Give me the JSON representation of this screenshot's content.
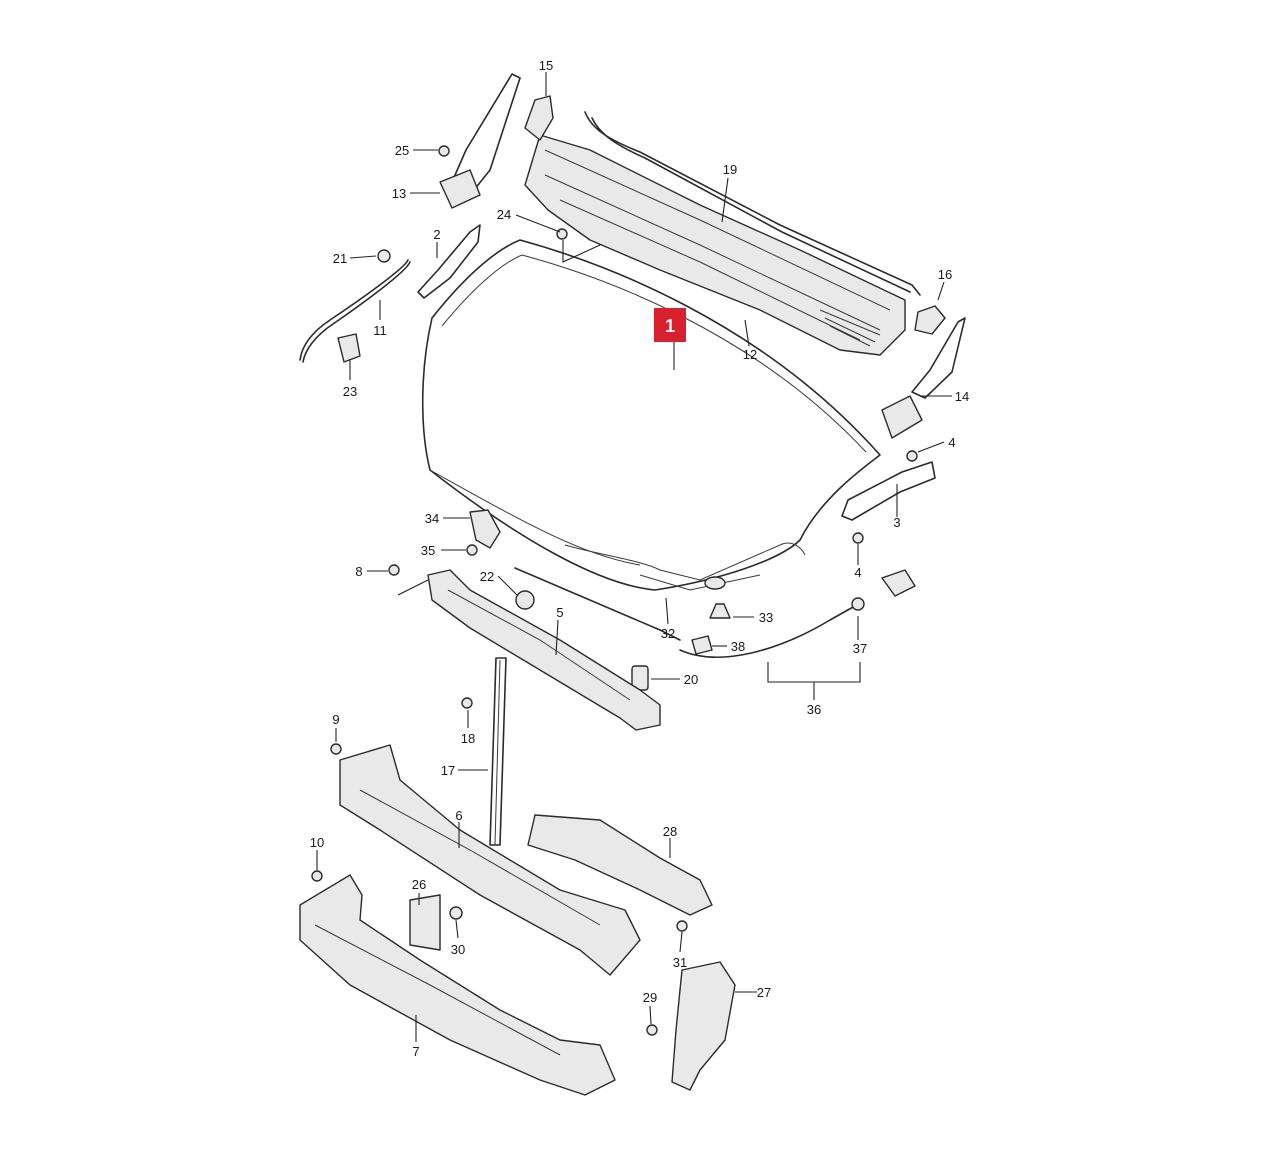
{
  "callouts": {
    "p1": "1",
    "p2": "2",
    "p3": "3",
    "p4a": "4",
    "p4b": "4",
    "p5": "5",
    "p6": "6",
    "p7": "7",
    "p8": "8",
    "p9": "9",
    "p10": "10",
    "p11": "11",
    "p12": "12",
    "p13": "13",
    "p14": "14",
    "p15": "15",
    "p16": "16",
    "p17": "17",
    "p18": "18",
    "p19": "19",
    "p20": "20",
    "p21": "21",
    "p22": "22",
    "p23": "23",
    "p24": "24",
    "p25": "25",
    "p26": "26",
    "p27": "27",
    "p28": "28",
    "p29": "29",
    "p30": "30",
    "p31": "31",
    "p32": "32",
    "p33": "33",
    "p34": "34",
    "p35": "35",
    "p36": "36",
    "p37": "37",
    "p38": "38"
  },
  "highlight": {
    "part": "1",
    "color": "#d8202e"
  }
}
